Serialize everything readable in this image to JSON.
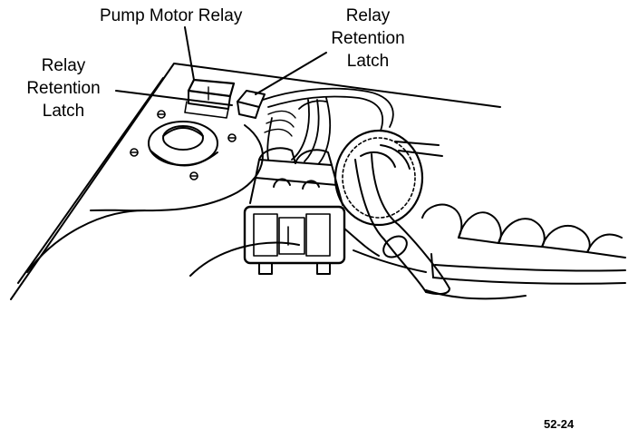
{
  "labels": {
    "pump_motor_relay": "Pump Motor Relay",
    "relay_retention_latch_right": [
      "Relay",
      "Retention",
      "Latch"
    ],
    "relay_retention_latch_left": [
      "Relay",
      "Retention",
      "Latch"
    ]
  },
  "figure_number": "52-24",
  "colors": {
    "ink": "#000000",
    "paper": "#ffffff"
  }
}
